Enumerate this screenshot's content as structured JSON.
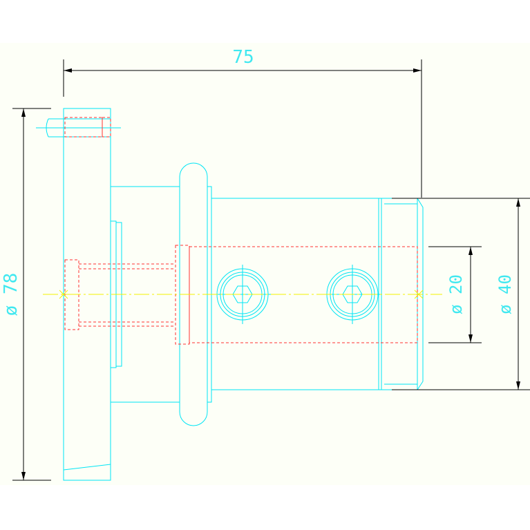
{
  "dimensions": {
    "overall_length": "75",
    "flange_diameter": "ø 78",
    "bore_diameter": "ø 20",
    "body_diameter": "ø 40"
  },
  "colors": {
    "paper": "#fdfff7",
    "outline": "#00e5f5",
    "hidden": "#ff3030",
    "centerline": "#f2f200",
    "dimension": "#000000",
    "dimension_text": "#40e8f0"
  }
}
